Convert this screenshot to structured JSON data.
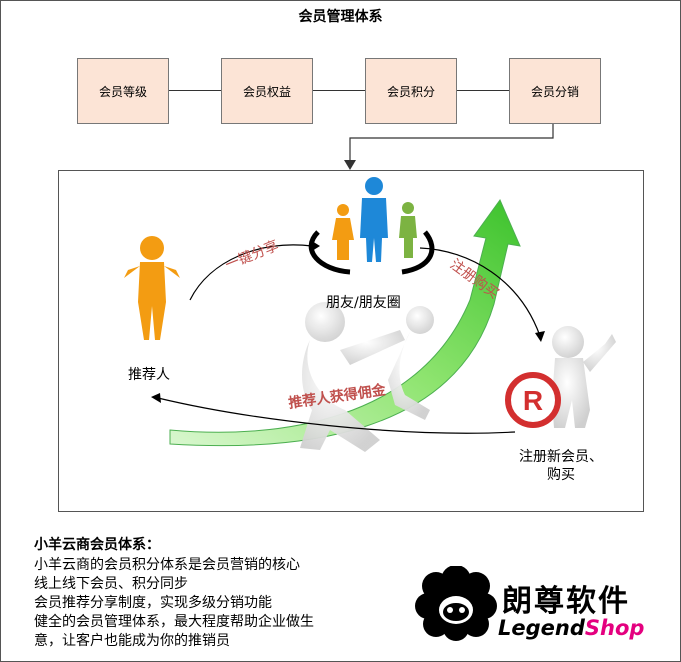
{
  "title": "会员管理体系",
  "levels": [
    "会员等级",
    "会员权益",
    "会员积分",
    "会员分销"
  ],
  "diagram": {
    "recommender": "推荐人",
    "friends": "朋友/朋友圈",
    "new_member": [
      "注册新会员、",
      "购买"
    ],
    "one_click_share": "一键分享",
    "register_buy": "注册购买",
    "commission": "推荐人获得佣金"
  },
  "description": {
    "heading": "小羊云商会员体系：",
    "lines": [
      "小羊云商的会员积分体系是会员营销的核心",
      "线上线下会员、积分同步",
      "会员推荐分享制度，实现多级分销功能",
      "健全的会员管理体系，最大程度帮助企业做生",
      "意，让客户也能成为你的推销员"
    ]
  },
  "brand": {
    "name_cn": "朗尊软件",
    "name_en_a": "Legend",
    "name_en_b": "Shop"
  },
  "colors": {
    "box_fill": "#fce4d6",
    "arrow_green": "#5cd44a",
    "label_red": "#c0504d",
    "orange": "#f39c12",
    "blue": "#1e88d8",
    "green_person": "#7cb342",
    "brand_pink": "#e4007f",
    "r_red": "#d32f2f"
  }
}
